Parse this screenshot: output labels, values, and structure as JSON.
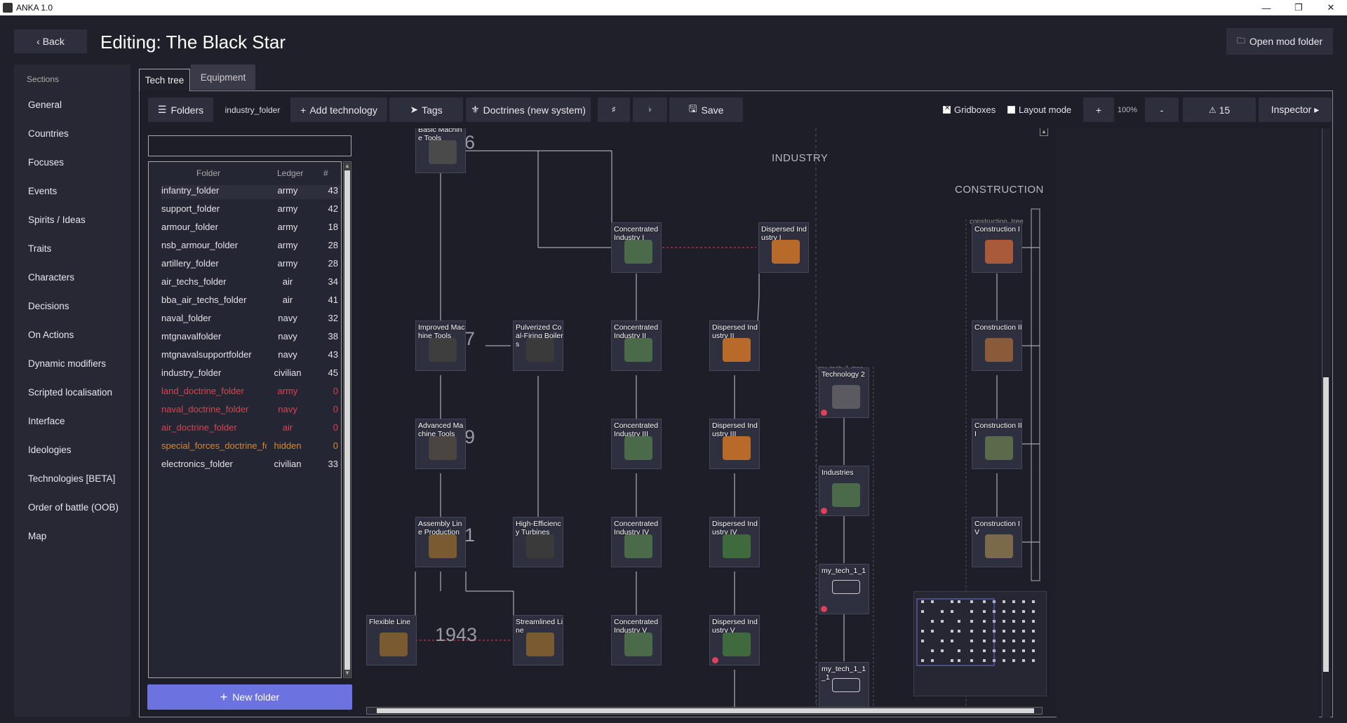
{
  "window": {
    "title": "ANKA 1.0"
  },
  "header": {
    "back_label": "‹ Back",
    "title": "Editing: The Black Star",
    "open_mod_label": "Open mod folder"
  },
  "sidebar": {
    "heading": "Sections",
    "items": [
      {
        "label": "General"
      },
      {
        "label": "Countries"
      },
      {
        "label": "Focuses"
      },
      {
        "label": "Events"
      },
      {
        "label": "Spirits / Ideas"
      },
      {
        "label": "Traits"
      },
      {
        "label": "Characters"
      },
      {
        "label": "Decisions"
      },
      {
        "label": "On Actions"
      },
      {
        "label": "Dynamic modifiers"
      },
      {
        "label": "Scripted localisation"
      },
      {
        "label": "Interface"
      },
      {
        "label": "Ideologies"
      },
      {
        "label": "Technologies [BETA]"
      },
      {
        "label": "Order of battle (OOB)"
      },
      {
        "label": "Map"
      }
    ]
  },
  "tabs": {
    "tech_tree": "Tech tree",
    "equipment": "Equipment"
  },
  "toolbar": {
    "folders": "Folders",
    "current_folder": "industry_folder",
    "add_tech": "Add technology",
    "tags": "Tags",
    "doctrines": "Doctrines (new system)",
    "save": "Save",
    "gridboxes": "Gridboxes",
    "layout_mode": "Layout mode",
    "zoom_in": "+",
    "zoom": "100%",
    "zoom_out": "-",
    "warnings": "15",
    "inspector": "Inspector ▸"
  },
  "folder_panel": {
    "search_value": "",
    "columns": {
      "folder": "Folder",
      "ledger": "Ledger",
      "count": "#"
    },
    "rows": [
      {
        "name": "infantry_folder",
        "ledger": "army",
        "count": "43",
        "state": "normal"
      },
      {
        "name": "support_folder",
        "ledger": "army",
        "count": "42",
        "state": "normal"
      },
      {
        "name": "armour_folder",
        "ledger": "army",
        "count": "18",
        "state": "normal"
      },
      {
        "name": "nsb_armour_folder",
        "ledger": "army",
        "count": "28",
        "state": "normal"
      },
      {
        "name": "artillery_folder",
        "ledger": "army",
        "count": "28",
        "state": "normal"
      },
      {
        "name": "air_techs_folder",
        "ledger": "air",
        "count": "34",
        "state": "normal"
      },
      {
        "name": "bba_air_techs_folder",
        "ledger": "air",
        "count": "41",
        "state": "normal"
      },
      {
        "name": "naval_folder",
        "ledger": "navy",
        "count": "32",
        "state": "normal"
      },
      {
        "name": "mtgnavalfolder",
        "ledger": "navy",
        "count": "38",
        "state": "normal"
      },
      {
        "name": "mtgnavalsupportfolder",
        "ledger": "navy",
        "count": "43",
        "state": "normal"
      },
      {
        "name": "industry_folder",
        "ledger": "civilian",
        "count": "45",
        "state": "normal"
      },
      {
        "name": "land_doctrine_folder",
        "ledger": "army",
        "count": "0",
        "state": "red"
      },
      {
        "name": "naval_doctrine_folder",
        "ledger": "navy",
        "count": "0",
        "state": "red"
      },
      {
        "name": "air_doctrine_folder",
        "ledger": "air",
        "count": "0",
        "state": "red"
      },
      {
        "name": "special_forces_doctrine_fo",
        "ledger": "hidden",
        "count": "0",
        "state": "orange"
      },
      {
        "name": "electronics_folder",
        "ledger": "civilian",
        "count": "33",
        "state": "normal"
      }
    ],
    "new_folder_label": "New folder"
  },
  "canvas": {
    "sections": {
      "industry": "INDUSTRY",
      "construction": "CONSTRUCTION",
      "construction_tree": "construction_tree",
      "my_tech_tree": "my_tech_1_tree"
    },
    "nodes": [
      {
        "id": "basic_machine_tools",
        "label": "Basic Machine Tools"
      },
      {
        "id": "improved_machine_tools",
        "label": "Improved Machine Tools"
      },
      {
        "id": "advanced_machine_tools",
        "label": "Advanced Machine Tools"
      },
      {
        "id": "assembly_line",
        "label": "Assembly Line Production"
      },
      {
        "id": "flexible_line",
        "label": "Flexible Line"
      },
      {
        "id": "pulverized_coal",
        "label": "Pulverized Coal-Firing Boilers"
      },
      {
        "id": "high_eff_turbines",
        "label": "High-Efficiency Turbines"
      },
      {
        "id": "streamlined_line",
        "label": "Streamlined Line"
      },
      {
        "id": "conc_ind_1",
        "label": "Concentrated Industry I"
      },
      {
        "id": "conc_ind_2",
        "label": "Concentrated Industry II"
      },
      {
        "id": "conc_ind_3",
        "label": "Concentrated Industry III"
      },
      {
        "id": "conc_ind_4",
        "label": "Concentrated Industry IV"
      },
      {
        "id": "conc_ind_5",
        "label": "Concentrated Industry V"
      },
      {
        "id": "disp_ind_1",
        "label": "Dispersed Industry I"
      },
      {
        "id": "disp_ind_2",
        "label": "Dispersed Industry II"
      },
      {
        "id": "disp_ind_3",
        "label": "Dispersed Industry III"
      },
      {
        "id": "disp_ind_4",
        "label": "Dispersed Industry IV"
      },
      {
        "id": "disp_ind_5",
        "label": "Dispersed Industry V"
      },
      {
        "id": "technology_2",
        "label": "Technology 2"
      },
      {
        "id": "industries",
        "label": "Industries"
      },
      {
        "id": "my_tech_1_1",
        "label": "my_tech_1_1"
      },
      {
        "id": "my_tech_1_1_1",
        "label": "my_tech_1_1_1"
      },
      {
        "id": "construction_1",
        "label": "Construction I"
      },
      {
        "id": "construction_2",
        "label": "Construction II"
      },
      {
        "id": "construction_3",
        "label": "Construction III"
      },
      {
        "id": "construction_4",
        "label": "Construction IV"
      }
    ],
    "row_labels": {
      "r1": "6",
      "r2": "7",
      "r3": "9",
      "r4": "1",
      "year": "1943"
    }
  }
}
